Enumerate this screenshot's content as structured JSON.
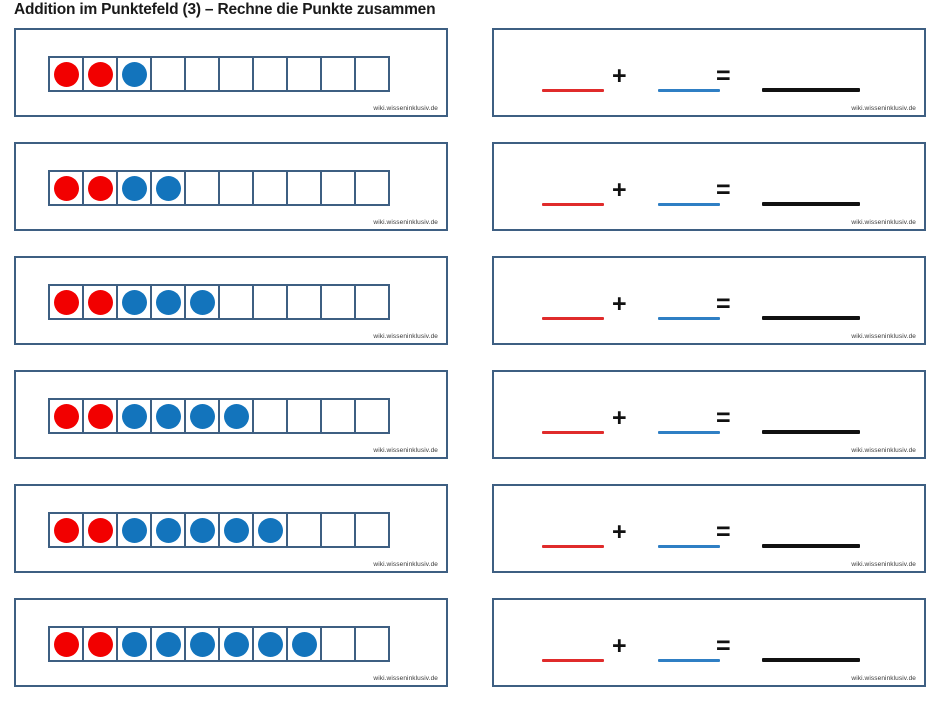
{
  "worksheet": {
    "title": "Addition im Punktefeld (3) – Rechne die Punkte zusammen",
    "watermark": "wiki.wisseninklusiv.de",
    "cells_per_field": 10,
    "operator_plus": "+",
    "operator_equals": "=",
    "colors": {
      "border": "#3E5F82",
      "red_dot": "#F20000",
      "blue_dot": "#1374BC",
      "red_line": "#E02B2B",
      "blue_line": "#2F7FC4",
      "black_line": "#111111"
    },
    "rows": [
      {
        "red": 2,
        "blue": 1,
        "empty": 7
      },
      {
        "red": 2,
        "blue": 2,
        "empty": 6
      },
      {
        "red": 2,
        "blue": 3,
        "empty": 5
      },
      {
        "red": 2,
        "blue": 4,
        "empty": 4
      },
      {
        "red": 2,
        "blue": 5,
        "empty": 3
      },
      {
        "red": 2,
        "blue": 6,
        "empty": 2
      }
    ]
  }
}
